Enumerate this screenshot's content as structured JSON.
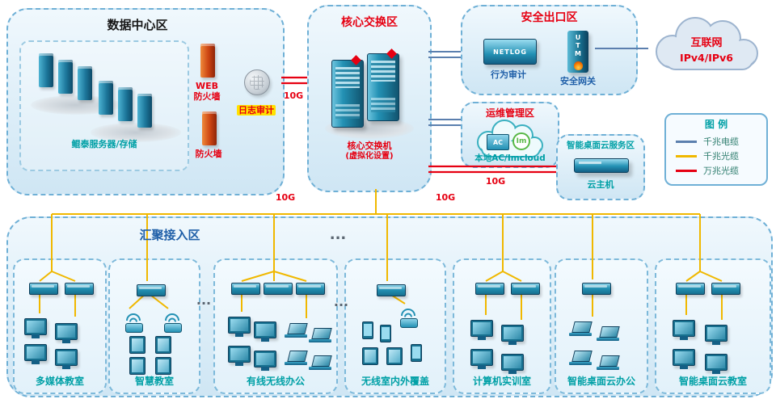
{
  "colors": {
    "fiber_1g": "#f0b800",
    "fiber_10g": "#e60012",
    "copper": "#5b7fae",
    "accent_teal": "#00a0a6",
    "accent_red": "#e60012",
    "accent_blue": "#1f5fa8"
  },
  "data_center": {
    "title": "数据中心区",
    "server_label": "鲲泰服务器/存储",
    "waf_line1": "WEB",
    "waf_line2": "防火墙",
    "log_audit": "日志审计",
    "firewall": "防火墙"
  },
  "core": {
    "title": "核心交换区",
    "label_line1": "核心交换机",
    "label_line2": "(虚拟化设置)"
  },
  "security": {
    "title": "安全出口区",
    "netlog_device": "NETLOG",
    "netlog_label": "行为审计",
    "utm_device": "UTM",
    "utm_label": "安全网关"
  },
  "internet": {
    "line1": "互联网",
    "line2": "IPv4/IPv6"
  },
  "ops": {
    "title": "运维管理区",
    "ac_badge": "AC",
    "im_badge": "Im",
    "label": "本地AC/Imcloud"
  },
  "desktop_cloud": {
    "title": "智能桌面云服务区",
    "host_label": "云主机"
  },
  "legend": {
    "title": "图 例",
    "items": [
      {
        "label": "千兆电缆",
        "color": "#5b7fae"
      },
      {
        "label": "千兆光缆",
        "color": "#f0b800"
      },
      {
        "label": "万兆光缆",
        "color": "#e60012"
      }
    ]
  },
  "aggregation": {
    "title": "汇聚接入区",
    "ellipsis": "...",
    "rooms": [
      {
        "label": "多媒体教室"
      },
      {
        "label": "智慧教室"
      },
      {
        "label": "有线无线办公"
      },
      {
        "label": "无线室内外覆盖"
      },
      {
        "label": "计算机实训室"
      },
      {
        "label": "智能桌面云办公"
      },
      {
        "label": "智能桌面云教室"
      }
    ]
  },
  "link_labels": {
    "dc_core": "10G",
    "agg_left": "10G",
    "agg_right": "10G",
    "server_zone": "10G"
  }
}
